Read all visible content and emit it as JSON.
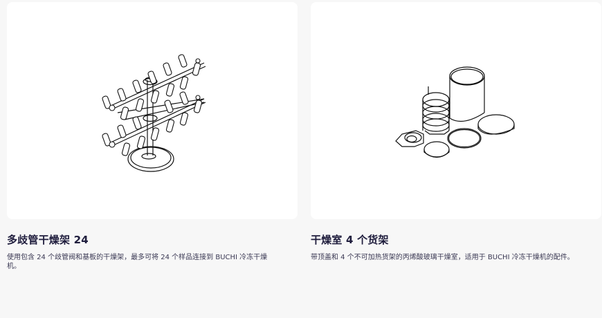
{
  "products": [
    {
      "title": "多歧管干燥架 24",
      "description": "使用包含 24 个歧管阀和基板的干燥架，最多可将 24 个样品连接到 BUCHI 冷冻干燥机。",
      "image": "manifold-drying-rack-24-illustration"
    },
    {
      "title": "干燥室 4 个货架",
      "description": "带顶盖和 4 个不可加热货架的丙烯酸玻璃干燥室，适用于 BUCHI 冷冻干燥机的配件。",
      "image": "drying-chamber-4-shelves-illustration"
    }
  ],
  "colors": {
    "page_background": "#f7f7f7",
    "card_background": "#ffffff",
    "title_text": "#1f1d3d",
    "body_text": "#3a3853"
  }
}
